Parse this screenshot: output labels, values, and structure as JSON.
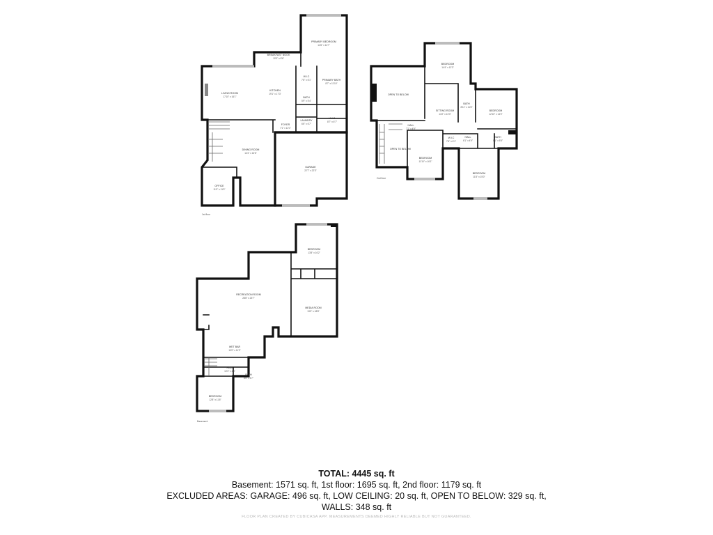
{
  "floors": {
    "first": {
      "name": "1st floor",
      "rooms": [
        {
          "label": "PRIMARY BEDROOM",
          "dims": "14'6\" x 14'7\""
        },
        {
          "label": "BREAKFAST NOOK",
          "dims": "10'3\" x 8'6\""
        },
        {
          "label": "LIVING ROOM",
          "dims": "17'10\" x 16'1\""
        },
        {
          "label": "KITCHEN",
          "dims": "19'1\" x 17'3\""
        },
        {
          "label": "W.I.C",
          "dims": "7'6\" x 6'1\""
        },
        {
          "label": "PRIMARY BATH",
          "dims": "8'7\" x 11'10\""
        },
        {
          "label": "BATH",
          "dims": "5'9\" x 5'4\""
        },
        {
          "label": "W.I.C",
          "dims": "8'7\" x 6'7\""
        },
        {
          "label": "LAUNDRY",
          "dims": "6'6\" x 6'7\""
        },
        {
          "label": "FOYER",
          "dims": "7'1\" x 12'1\""
        },
        {
          "label": "DINING ROOM",
          "dims": "14'4\" x 16'6\""
        },
        {
          "label": "GARAGE",
          "dims": "22'7\" x 22'3\""
        },
        {
          "label": "OFFICE",
          "dims": "11'0\" x 11'9\""
        }
      ]
    },
    "second": {
      "name": "2nd floor",
      "rooms": [
        {
          "label": "BEDROOM",
          "dims": "14'4\" x 12'3\""
        },
        {
          "label": "OPEN TO BELOW",
          "dims": ""
        },
        {
          "label": "SITTING ROOM",
          "dims": "14'2\" x 13'3\""
        },
        {
          "label": "BATH",
          "dims": "8'11\" x 11'8\""
        },
        {
          "label": "BEDROOM",
          "dims": "12'10\" x 14'0\""
        },
        {
          "label": "HALL",
          "dims": "7'1\" x 4'9\""
        },
        {
          "label": "OPEN TO BELOW",
          "dims": ""
        },
        {
          "label": "W.I.C",
          "dims": "7'6\" x 6'1\""
        },
        {
          "label": "HALL",
          "dims": "6'1\" x 4'9\""
        },
        {
          "label": "BATH",
          "dims": "8'1\" x 5'8\""
        },
        {
          "label": "BEDROOM",
          "dims": "11'10\" x 16'1\""
        },
        {
          "label": "BEDROOM",
          "dims": "11'8\" x 15'0\""
        }
      ]
    },
    "basement": {
      "name": "Basement",
      "rooms": [
        {
          "label": "BEDROOM",
          "dims": "13'8\" x 16'2\""
        },
        {
          "label": "RECREATION ROOM",
          "dims": "28'8\" x 23'7\""
        },
        {
          "label": "MEDIA ROOM",
          "dims": "13'0\" x 18'8\""
        },
        {
          "label": "WET BAR",
          "dims": "13'0\" x 11'2\""
        },
        {
          "label": "HALL",
          "dims": "10'3\" x 4'3\""
        },
        {
          "label": "BATH",
          "dims": "8'6\" x 5'7\""
        },
        {
          "label": "BEDROOM",
          "dims": "12'8\" x 11'6\""
        }
      ]
    }
  },
  "summary": {
    "total": "TOTAL: 4445 sq. ft",
    "floors_line": "Basement: 1571 sq. ft, 1st floor: 1695 sq. ft, 2nd floor: 1179 sq. ft",
    "excluded_line": "EXCLUDED AREAS: GARAGE: 496 sq. ft, LOW CEILING: 20 sq. ft, OPEN TO BELOW: 329 sq. ft,",
    "walls_line": "WALLS: 348 sq. ft",
    "disclaimer": "FLOOR PLAN CREATED BY CUBICASA APP. MEASUREMENTS DEEMED HIGHLY RELIABLE BUT NOT GUARANTEED."
  }
}
